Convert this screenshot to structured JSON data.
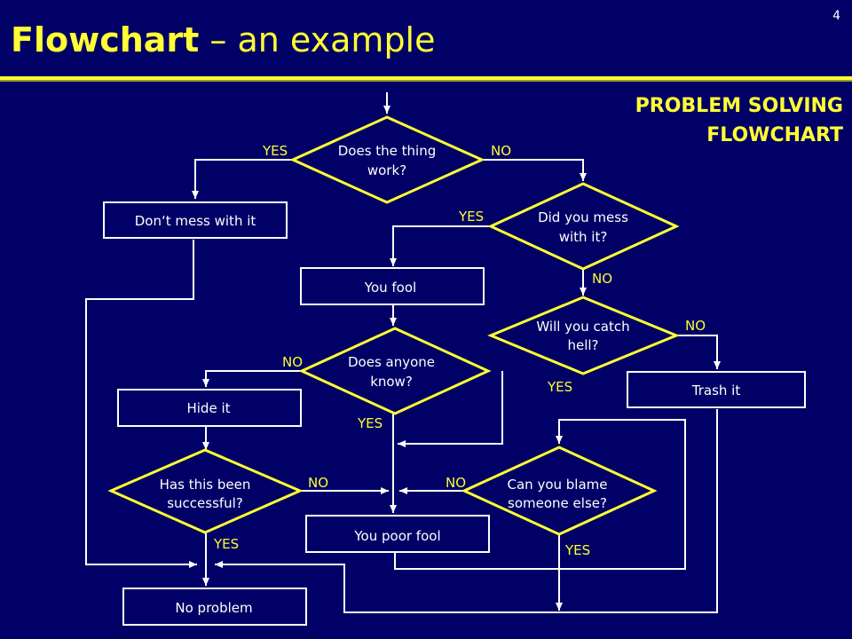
{
  "slide": {
    "page_number": "4",
    "title_bold": "Flowchart",
    "title_rest": " – an example",
    "heading_line1": "PROBLEM SOLVING",
    "heading_line2": "FLOWCHART"
  },
  "flowchart": {
    "decisions": {
      "does_it_work": [
        "Does the thing",
        "work?"
      ],
      "did_you_mess": [
        "Did you mess",
        "with it?"
      ],
      "catch_hell": [
        "Will you catch",
        "hell?"
      ],
      "anyone_know": [
        "Does anyone",
        "know?"
      ],
      "successful": [
        "Has this been",
        "successful?"
      ],
      "blame": [
        "Can you blame",
        "someone else?"
      ]
    },
    "boxes": {
      "dont_mess": "Don‘t mess with it",
      "you_fool": "You fool",
      "trash_it": "Trash it",
      "hide_it": "Hide it",
      "poor_fool": "You poor fool",
      "no_problem": "No problem"
    },
    "yes": "YES",
    "no": "NO"
  },
  "colors": {
    "background": "#000066",
    "accent_yellow": "#ffff33",
    "line_white": "#ffffff"
  }
}
